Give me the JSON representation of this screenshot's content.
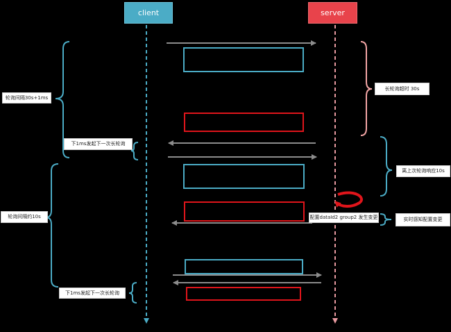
{
  "participants": {
    "client": {
      "label": "client",
      "color": "#4bacc6"
    },
    "server": {
      "label": "server",
      "color": "#e8434b"
    }
  },
  "labels": {
    "poll_interval_1": "轮询间隔30s+1ms",
    "next_poll_1": "下1ms发起下一次长轮询",
    "long_poll_timeout": "长轮询超时  30s",
    "since_last_poll": "离上次轮询响应10s",
    "poll_interval_2": "轮询间隔约10s",
    "config_change": "配置dataId2 group2 发生变更",
    "realtime_sense": "实时感知配置变更",
    "next_poll_2": "下1ms发起下一次长轮询"
  },
  "colors": {
    "background": "#000000",
    "blue_box": "#4bacc6",
    "red_box": "#e0151b",
    "arrow": "#8c8c8c",
    "client_brace": "#4bacc6",
    "server_brace": "#f4a6a6"
  }
}
